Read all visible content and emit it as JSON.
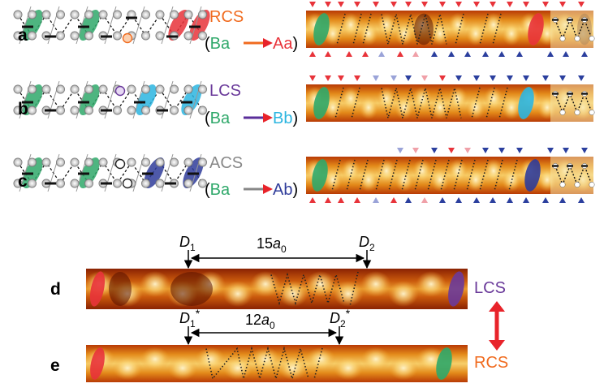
{
  "panels": {
    "a": {
      "label": "a",
      "type": "RCS",
      "from": "Ba",
      "to": "Aa"
    },
    "b": {
      "label": "b",
      "type": "LCS",
      "from": "Ba",
      "to": "Bb"
    },
    "c": {
      "label": "c",
      "type": "ACS",
      "from": "Ba",
      "to": "Ab"
    },
    "d": {
      "label": "d",
      "side_label": "LCS",
      "left_marker": "D",
      "left_sub": "1",
      "right_marker": "D",
      "right_sub": "2",
      "distance_num": "15",
      "distance_var": "a",
      "distance_sub": "0"
    },
    "e": {
      "label": "e",
      "side_label": "RCS",
      "left_marker": "D",
      "left_sub": "1",
      "left_star": "*",
      "right_marker": "D",
      "right_sub": "2",
      "right_star": "*",
      "distance_num": "12",
      "distance_var": "a",
      "distance_sub": "0"
    }
  },
  "arrow_symbol": "→",
  "colors": {
    "green": "#2fa86a",
    "red": "#e8333a",
    "orange": "#f06b1f",
    "purple": "#6a3a9a",
    "cyan": "#2bb5e0",
    "blue": "#2f3c9a",
    "gray": "#888888",
    "triangle_red": "#e8333a",
    "triangle_blue": "#2b3f9e",
    "triangle_light_red": "#f0a0a8",
    "triangle_light_blue": "#9aa3d8"
  }
}
